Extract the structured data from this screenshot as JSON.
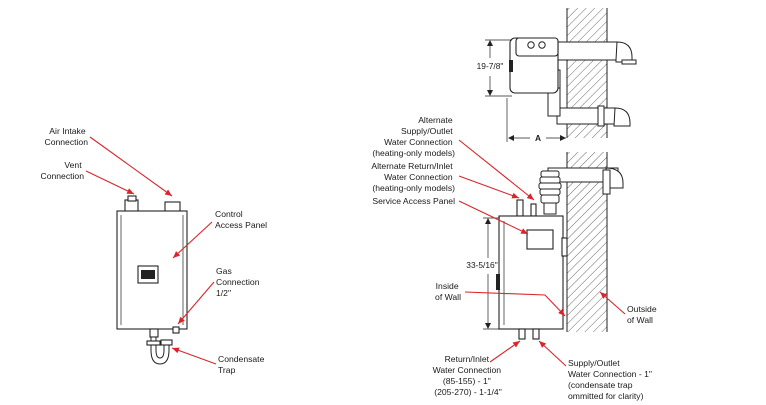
{
  "colors": {
    "leader": "#d9262b",
    "line": "#222222",
    "wall_hatch": "#444444"
  },
  "left_unit": {
    "labels": {
      "air_intake": [
        "Air Intake",
        "Connection"
      ],
      "vent": [
        "Vent",
        "Connection"
      ],
      "control_panel": [
        "Control",
        "Access Panel"
      ],
      "gas": [
        "Gas",
        "Connection",
        "1/2\""
      ],
      "condensate": [
        "Condensate",
        "Trap"
      ]
    }
  },
  "right_unit": {
    "dimensions": {
      "top_height": "19-7/8\"",
      "depth": "A",
      "body_height": "33-5/16\""
    },
    "labels": {
      "alt_supply": [
        "Alternate",
        "Supply/Outlet",
        "Water Connection",
        "(heating-only models)"
      ],
      "alt_return": [
        "Alternate Return/Inlet",
        "Water Connection",
        "(heating-only models)"
      ],
      "service_panel": [
        "Service Access Panel"
      ],
      "inside_wall": [
        "Inside",
        "of Wall"
      ],
      "outside_wall": [
        "Outside",
        "of Wall"
      ],
      "return_inlet": [
        "Return/Inlet",
        "Water Connection",
        "(85-155) - 1\"",
        "(205-270) - 1-1/4\""
      ],
      "supply_outlet": [
        "Supply/Outlet",
        "Water Connection - 1\"",
        "(condensate trap",
        "ommitted for clarity)"
      ]
    }
  }
}
